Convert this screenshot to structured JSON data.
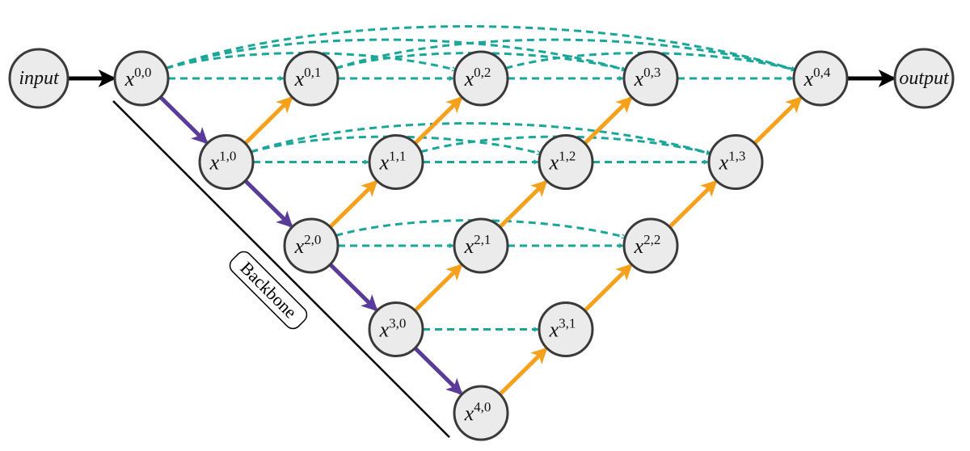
{
  "diagram": {
    "type": "nested-unet-architecture",
    "colors": {
      "skip_connection": "#1aa79a",
      "downsample": "#5b3b9a",
      "upsample": "#f5a11c",
      "io_arrow": "#000000",
      "node_fill": "#ebebeb",
      "node_stroke": "#3a3a3a"
    },
    "input_label": "input",
    "output_label": "output",
    "backbone_label": "Backbone",
    "nodes": [
      {
        "id": "x00",
        "base": "x",
        "sup": "0,0"
      },
      {
        "id": "x01",
        "base": "x",
        "sup": "0,1"
      },
      {
        "id": "x02",
        "base": "x",
        "sup": "0,2"
      },
      {
        "id": "x03",
        "base": "x",
        "sup": "0,3"
      },
      {
        "id": "x04",
        "base": "x",
        "sup": "0,4"
      },
      {
        "id": "x10",
        "base": "x",
        "sup": "1,0"
      },
      {
        "id": "x11",
        "base": "x",
        "sup": "1,1"
      },
      {
        "id": "x12",
        "base": "x",
        "sup": "1,2"
      },
      {
        "id": "x13",
        "base": "x",
        "sup": "1,3"
      },
      {
        "id": "x20",
        "base": "x",
        "sup": "2,0"
      },
      {
        "id": "x21",
        "base": "x",
        "sup": "2,1"
      },
      {
        "id": "x22",
        "base": "x",
        "sup": "2,2"
      },
      {
        "id": "x30",
        "base": "x",
        "sup": "3,0"
      },
      {
        "id": "x31",
        "base": "x",
        "sup": "3,1"
      },
      {
        "id": "x40",
        "base": "x",
        "sup": "4,0"
      }
    ],
    "edges": {
      "io": [
        [
          "input",
          "x00"
        ],
        [
          "x04",
          "output"
        ]
      ],
      "downsample": [
        [
          "x00",
          "x10"
        ],
        [
          "x10",
          "x20"
        ],
        [
          "x20",
          "x30"
        ],
        [
          "x30",
          "x40"
        ]
      ],
      "upsample": [
        [
          "x10",
          "x01"
        ],
        [
          "x11",
          "x02"
        ],
        [
          "x12",
          "x03"
        ],
        [
          "x13",
          "x04"
        ],
        [
          "x20",
          "x11"
        ],
        [
          "x21",
          "x12"
        ],
        [
          "x22",
          "x13"
        ],
        [
          "x30",
          "x21"
        ],
        [
          "x31",
          "x22"
        ],
        [
          "x40",
          "x31"
        ]
      ],
      "skip": [
        [
          "x00",
          "x01"
        ],
        [
          "x00",
          "x02"
        ],
        [
          "x00",
          "x03"
        ],
        [
          "x00",
          "x04"
        ],
        [
          "x01",
          "x02"
        ],
        [
          "x01",
          "x03"
        ],
        [
          "x01",
          "x04"
        ],
        [
          "x02",
          "x03"
        ],
        [
          "x02",
          "x04"
        ],
        [
          "x03",
          "x04"
        ],
        [
          "x10",
          "x11"
        ],
        [
          "x10",
          "x12"
        ],
        [
          "x10",
          "x13"
        ],
        [
          "x11",
          "x12"
        ],
        [
          "x11",
          "x13"
        ],
        [
          "x12",
          "x13"
        ],
        [
          "x20",
          "x21"
        ],
        [
          "x20",
          "x22"
        ],
        [
          "x21",
          "x22"
        ],
        [
          "x30",
          "x31"
        ]
      ]
    }
  }
}
